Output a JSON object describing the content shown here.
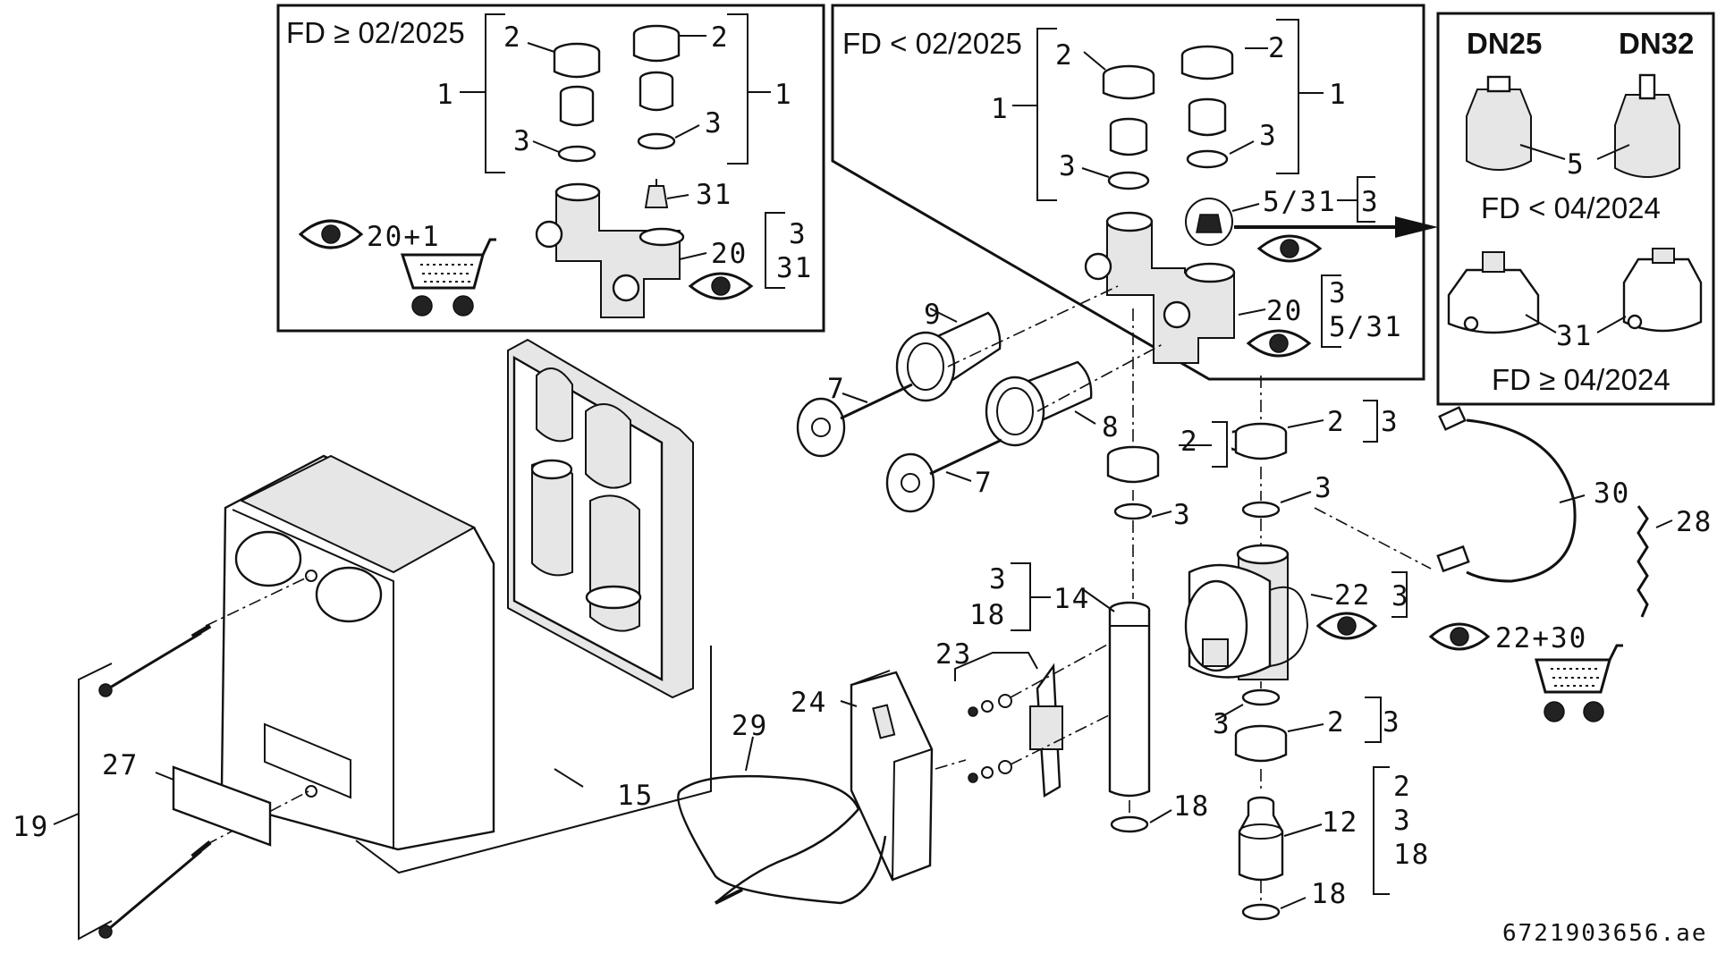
{
  "panels": {
    "fd_new": {
      "title": "FD ≥ 02/2025"
    },
    "fd_old": {
      "title": "FD < 02/2025"
    },
    "insert": {
      "dn25": "DN25",
      "dn32": "DN32",
      "fd_old": "FD < 04/2024",
      "fd_new": "FD ≥ 04/2024"
    }
  },
  "labels": {
    "l1": "1",
    "l2": "2",
    "l3": "3",
    "l5": "5",
    "l7": "7",
    "l8": "8",
    "l9": "9",
    "l12": "12",
    "l14": "14",
    "l15": "15",
    "l18": "18",
    "l19": "19",
    "l20": "20",
    "l22": "22",
    "l23": "23",
    "l24": "24",
    "l27": "27",
    "l28": "28",
    "l29": "29",
    "l30": "30",
    "l31": "31",
    "l531": "5/31",
    "kit_20_1": "20+1",
    "kit_22_30": "22+30"
  },
  "drawing_code": "6721903656.ae",
  "icons": [
    "eye-icon",
    "shopping-cart-icon",
    "arrow-right-icon"
  ]
}
